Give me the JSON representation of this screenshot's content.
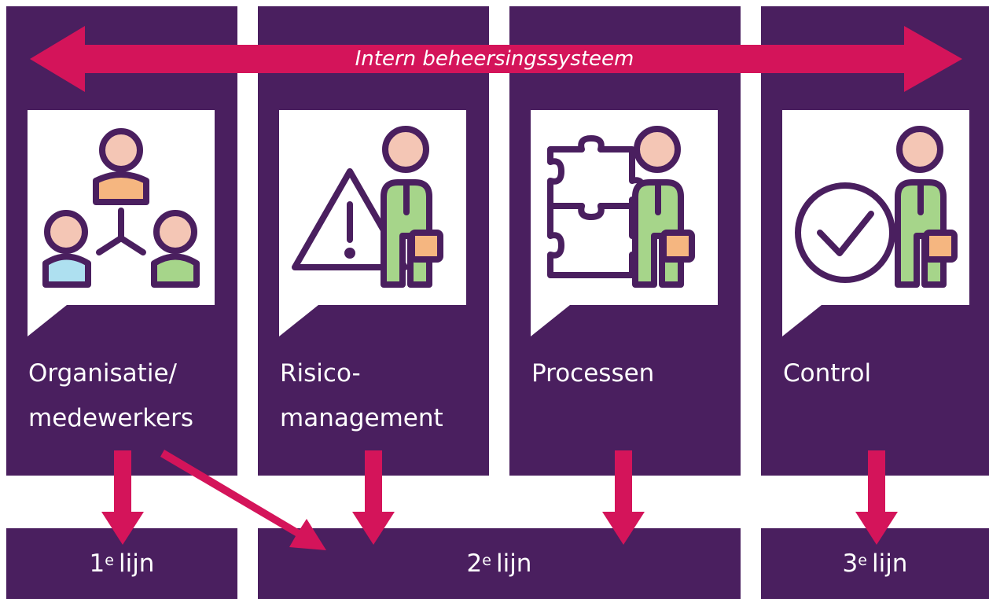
{
  "banner": {
    "label": "Intern beheersingssysteem"
  },
  "columns": [
    {
      "label": "Organisatie/\nmedewerkers",
      "icon": "people-network-icon"
    },
    {
      "label": "Risico-\nmanagement",
      "icon": "warning-person-icon"
    },
    {
      "label": "Processen",
      "icon": "puzzle-person-icon"
    },
    {
      "label": "Control",
      "icon": "check-person-icon"
    }
  ],
  "lines": [
    {
      "number": "1",
      "suffix": "e",
      "word": "lijn"
    },
    {
      "number": "2",
      "suffix": "e",
      "word": "lijn"
    },
    {
      "number": "3",
      "suffix": "e",
      "word": "lijn"
    }
  ],
  "colors": {
    "panel": "#4a1f5f",
    "arrow": "#d4145a",
    "skin": "#f4c6b5",
    "shirt": "#a6d58a",
    "box": "#f5b680",
    "blue": "#aee0f0"
  }
}
